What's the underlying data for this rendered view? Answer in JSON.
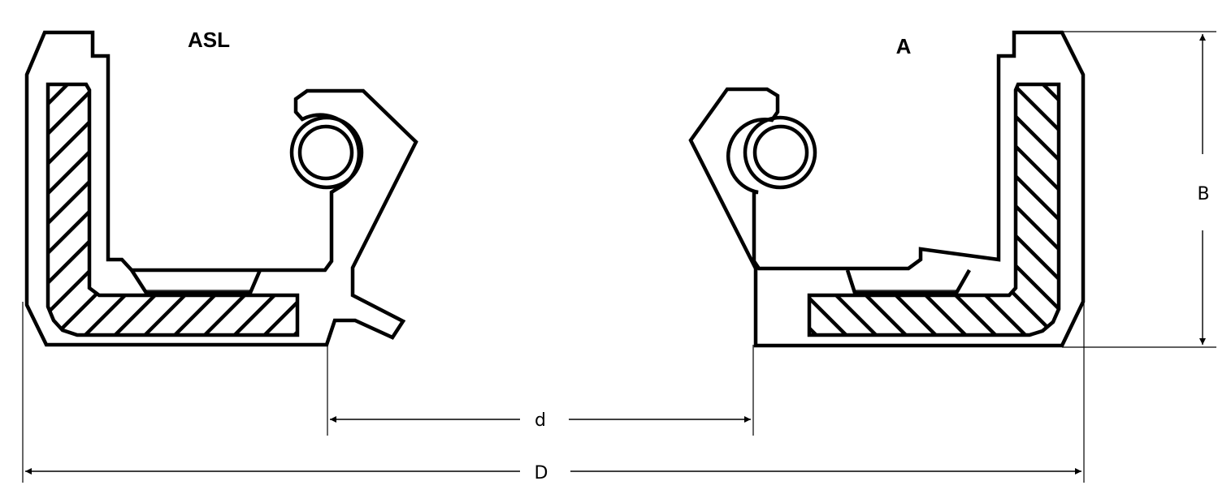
{
  "diagram": {
    "type": "oil-seal-cross-section-drawing",
    "background": "#ffffff",
    "line_color": "#000000",
    "profiles": [
      {
        "id": "left",
        "label": "ASL",
        "description": "Double-lip seal with spring, metal insert hatched, dust lip"
      },
      {
        "id": "right",
        "label": "A",
        "description": "Single-lip seal with spring, metal insert hatched"
      }
    ],
    "dimensions": {
      "inner_diameter": {
        "label": "d"
      },
      "outer_diameter": {
        "label": "D"
      },
      "width": {
        "label": "B"
      }
    }
  }
}
